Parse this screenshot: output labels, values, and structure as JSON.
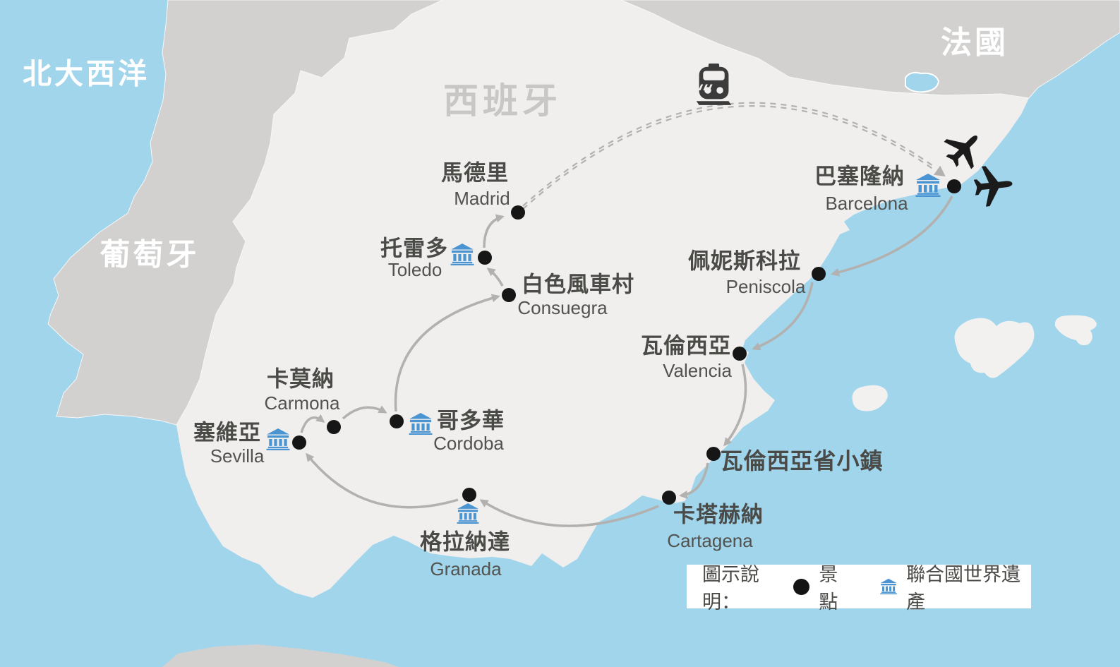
{
  "map": {
    "regions": {
      "atlantic": "北大西洋",
      "spain": "西班牙",
      "portugal": "葡萄牙",
      "france": "法國"
    },
    "cities": {
      "madrid": {
        "zh": "馬德里",
        "en": "Madrid",
        "unesco": false
      },
      "toledo": {
        "zh": "托雷多",
        "en": "Toledo",
        "unesco": true
      },
      "consuegra": {
        "zh": "白色風車村",
        "en": "Consuegra",
        "unesco": false
      },
      "barcelona": {
        "zh": "巴塞隆納",
        "en": "Barcelona",
        "unesco": true
      },
      "peniscola": {
        "zh": "佩妮斯科拉",
        "en": "Peniscola",
        "unesco": false
      },
      "valencia": {
        "zh": "瓦倫西亞",
        "en": "Valencia",
        "unesco": false
      },
      "valencia_towns": {
        "zh": "瓦倫西亞省小鎮",
        "en": "",
        "unesco": false
      },
      "cartagena": {
        "zh": "卡塔赫納",
        "en": "Cartagena",
        "unesco": false
      },
      "granada": {
        "zh": "格拉納達",
        "en": "Granada",
        "unesco": true
      },
      "sevilla": {
        "zh": "塞維亞",
        "en": "Sevilla",
        "unesco": true
      },
      "carmona": {
        "zh": "卡莫納",
        "en": "Carmona",
        "unesco": false
      },
      "cordoba": {
        "zh": "哥多華",
        "en": "Cordoba",
        "unesco": true
      }
    },
    "routes": [
      {
        "from": "barcelona",
        "to": "peniscola",
        "mode": "road"
      },
      {
        "from": "peniscola",
        "to": "valencia",
        "mode": "road"
      },
      {
        "from": "valencia",
        "to": "valencia_towns",
        "mode": "road"
      },
      {
        "from": "valencia_towns",
        "to": "cartagena",
        "mode": "road"
      },
      {
        "from": "cartagena",
        "to": "granada",
        "mode": "road"
      },
      {
        "from": "granada",
        "to": "sevilla",
        "mode": "road"
      },
      {
        "from": "sevilla",
        "to": "carmona",
        "mode": "road"
      },
      {
        "from": "carmona",
        "to": "cordoba",
        "mode": "road"
      },
      {
        "from": "cordoba",
        "to": "consuegra",
        "mode": "road"
      },
      {
        "from": "consuegra",
        "to": "toledo",
        "mode": "road"
      },
      {
        "from": "toledo",
        "to": "madrid",
        "mode": "road"
      },
      {
        "from": "madrid",
        "to": "barcelona",
        "mode": "train-dashed"
      }
    ],
    "icons": {
      "train": "train-icon",
      "plane_arrive": "plane-icon",
      "plane_depart": "plane-icon",
      "unesco": "unesco-world-heritage-icon",
      "poi": "poi-dot"
    },
    "legend": {
      "title": "圖示說明：",
      "poi_label": "景點",
      "unesco_label": "聯合國世界遺產"
    },
    "colors": {
      "sea": "#a0d5ec",
      "land": "#f0efee",
      "neighbor_land": "#d2d1d0",
      "route": "#b2b1b0",
      "dot": "#161616",
      "unesco_blue": "#4a94d2"
    }
  }
}
